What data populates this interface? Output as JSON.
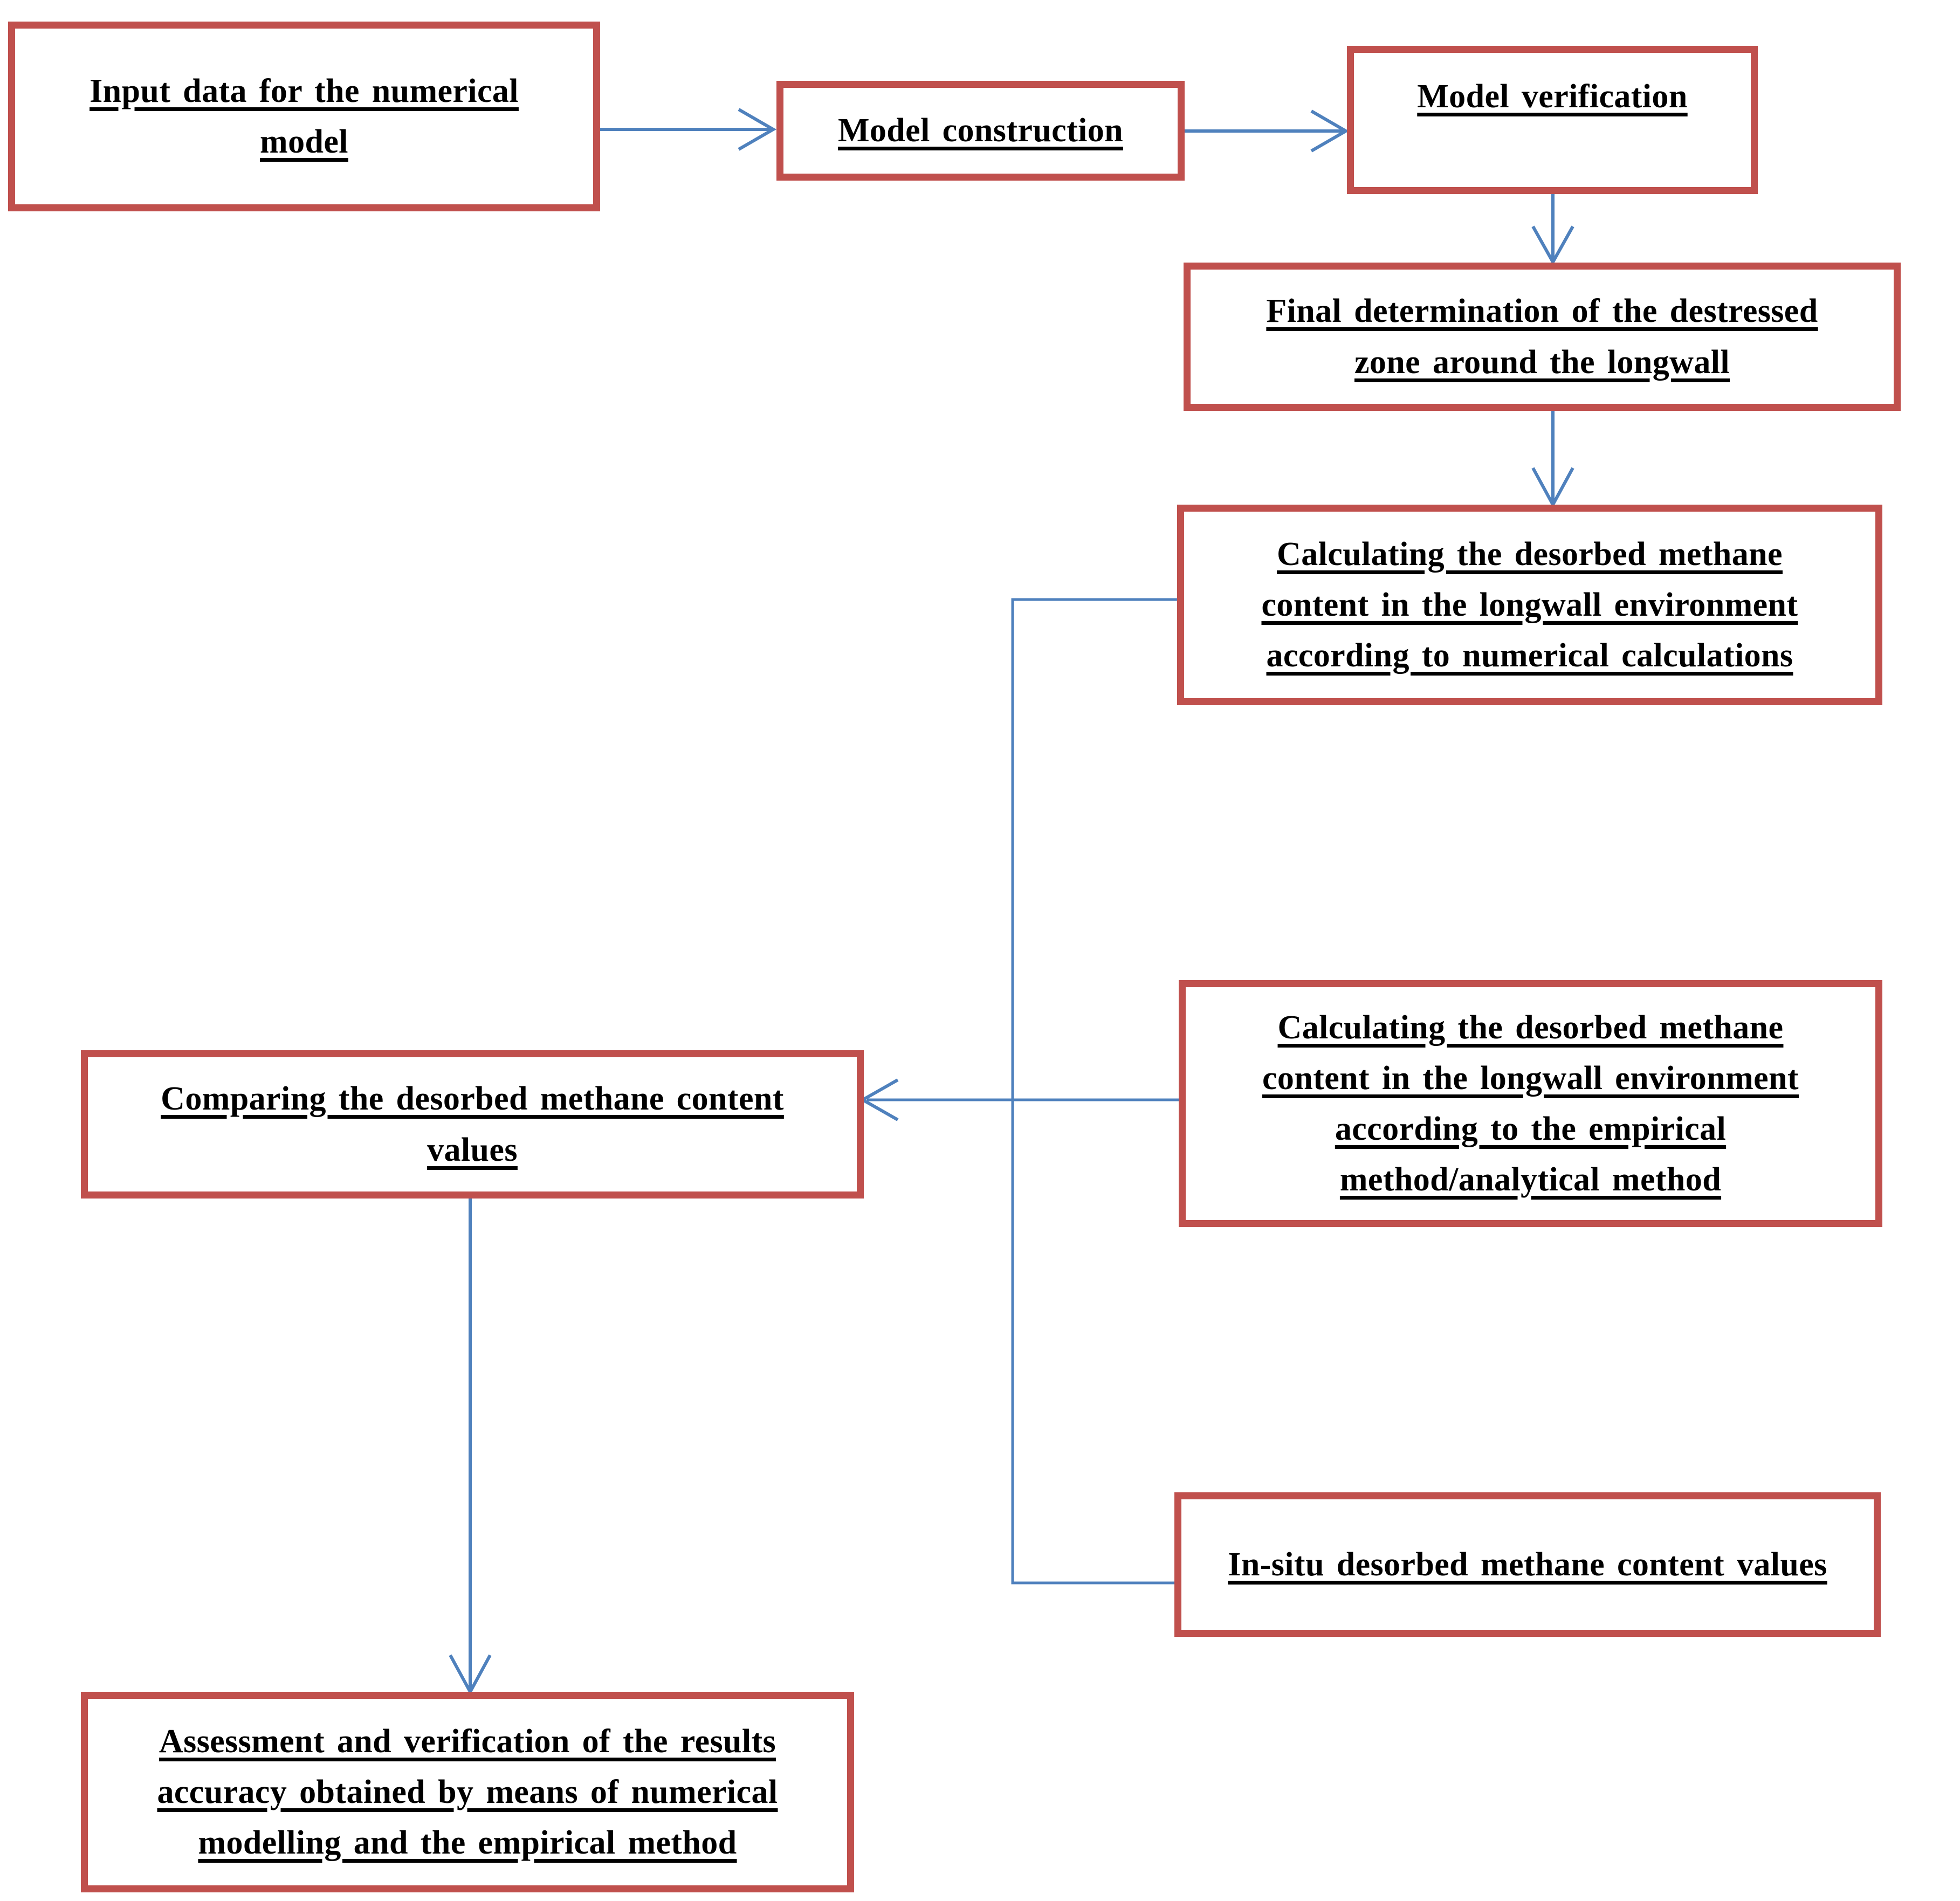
{
  "diagram": {
    "title": "Research methodology flowchart",
    "colors": {
      "box_border": "#C0504D",
      "box_fill": "#FFFFFF",
      "connector": "#4F81BD",
      "text": "#000000"
    },
    "nodes": [
      {
        "id": "input-data",
        "label": "Input  data for the numerical\nmodel"
      },
      {
        "id": "model-construction",
        "label": "Model construction"
      },
      {
        "id": "model-verification",
        "label": "Model verification"
      },
      {
        "id": "final-determination",
        "label": "Final  determination  of the destressed\nzone around  the longwall"
      },
      {
        "id": "calc-numerical",
        "label": "Calculating  the desorbed  methane\ncontent in the longwall  environment\naccording  to numerical  calculations"
      },
      {
        "id": "calc-empirical",
        "label": "Calculating  the desorbed  methane\ncontent in the longwall  environment\naccording  to the empirical\nmethod/analytical  method"
      },
      {
        "id": "comparing-values",
        "label": "Comparing  the desorbed  methane  content\nvalues"
      },
      {
        "id": "in-situ-values",
        "label": "In-situ  desorbed  methane content values"
      },
      {
        "id": "assessment",
        "label": "Assessment and  verification  of the results\naccuracy  obtained  by means  of numerical\nmodelling  and  the empirical  method"
      }
    ],
    "connectors": [
      {
        "id": "input-to-construction",
        "from": "input-data",
        "to": "model-construction",
        "arrow": "right"
      },
      {
        "id": "construction-to-verification",
        "from": "model-construction",
        "to": "model-verification",
        "arrow": "right"
      },
      {
        "id": "verification-to-final",
        "from": "model-verification",
        "to": "final-determination",
        "arrow": "down"
      },
      {
        "id": "final-to-calc-numerical",
        "from": "final-determination",
        "to": "calc-numerical",
        "arrow": "down"
      },
      {
        "id": "calc-numerical-to-comparing",
        "from": "calc-numerical",
        "to": "comparing-values",
        "arrow": "left"
      },
      {
        "id": "calc-empirical-to-comparing",
        "from": "calc-empirical",
        "to": "comparing-values",
        "arrow": "left"
      },
      {
        "id": "in-situ-to-comparing",
        "from": "in-situ-values",
        "to": "comparing-values",
        "arrow": "left"
      },
      {
        "id": "comparing-to-assessment",
        "from": "comparing-values",
        "to": "assessment",
        "arrow": "down"
      }
    ]
  }
}
